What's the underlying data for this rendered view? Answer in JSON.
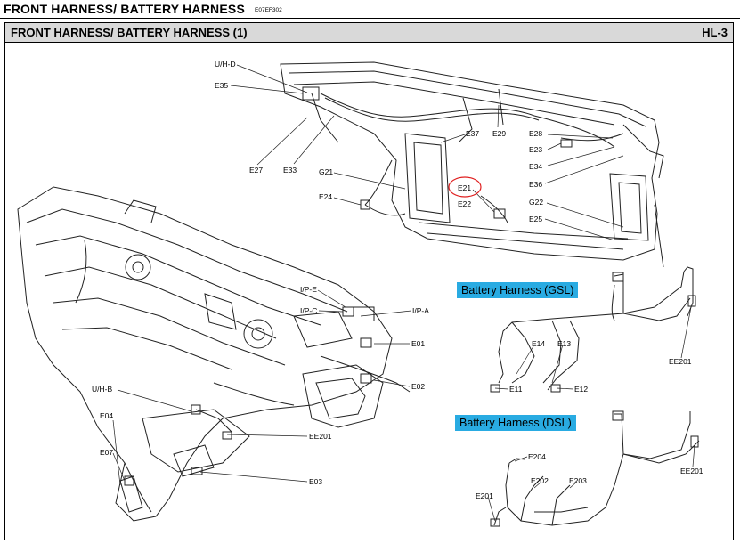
{
  "header": {
    "title": "FRONT HARNESS/ BATTERY HARNESS",
    "code": "E07EF302",
    "section_title": "FRONT HARNESS/ BATTERY HARNESS (1)",
    "page_code": "HL-3"
  },
  "labels": {
    "uh_d": "U/H-D",
    "e35": "E35",
    "e27": "E27",
    "e33": "E33",
    "e37": "E37",
    "e29": "E29",
    "e28": "E28",
    "e23": "E23",
    "e34": "E34",
    "e36": "E36",
    "g22": "G22",
    "e25": "E25",
    "g21": "G21",
    "e24": "E24",
    "e21": "E21",
    "e22": "E22",
    "ip_e": "I/P-E",
    "ip_c": "I/P-C",
    "ip_a": "I/P-A",
    "e01": "E01",
    "e02": "E02",
    "uh_b": "U/H-B",
    "e04": "E04",
    "e07": "E07",
    "ee201_main": "EE201",
    "e03": "E03",
    "e14": "E14",
    "e13": "E13",
    "e11": "E11",
    "e12": "E12",
    "ee201_gsl": "EE201",
    "e204": "E204",
    "e202": "E202",
    "e203": "E203",
    "e201": "E201",
    "ee201_dsl": "EE201"
  },
  "callouts": {
    "gsl": "Battery Harness (GSL)",
    "dsl": "Battery Harness (DSL)",
    "gsl_color": "#29abe2",
    "dsl_color": "#29abe2",
    "highlight_color": "#e02020"
  }
}
